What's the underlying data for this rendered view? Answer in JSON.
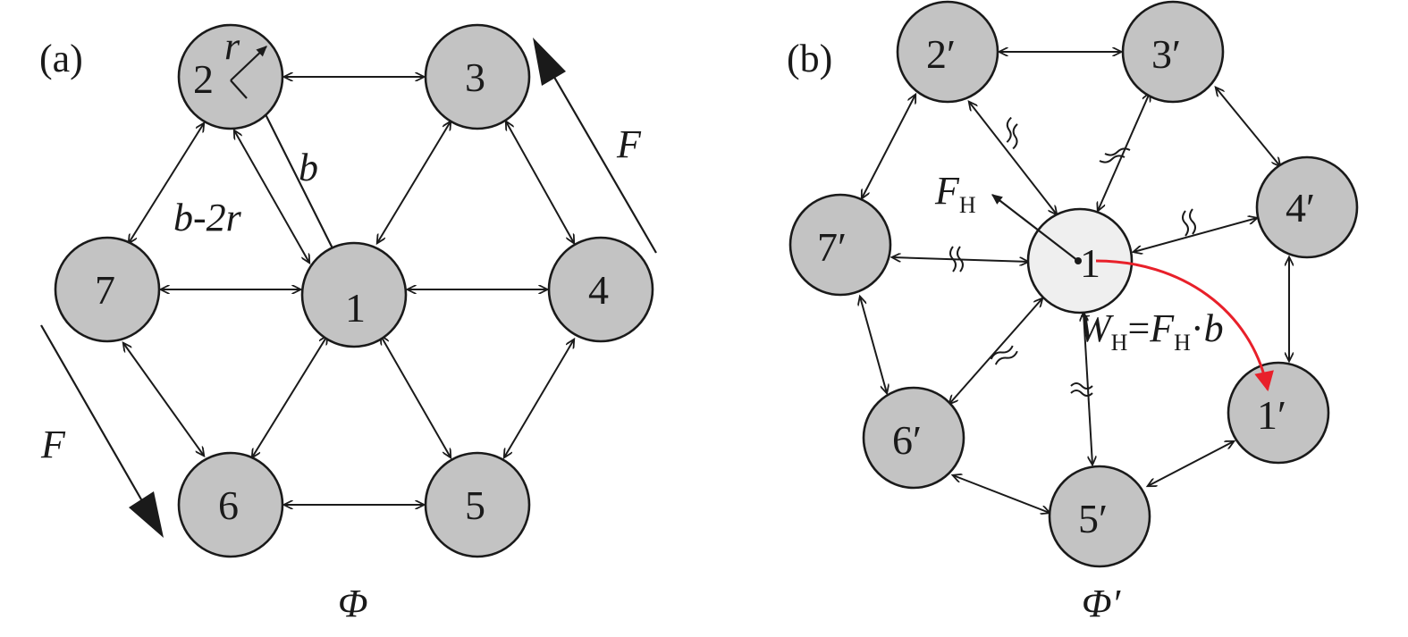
{
  "panel_a": {
    "label": "(a)",
    "caption": "Φ",
    "nodes": [
      {
        "id": "1",
        "label": "1"
      },
      {
        "id": "2",
        "label": "2"
      },
      {
        "id": "3",
        "label": "3"
      },
      {
        "id": "4",
        "label": "4"
      },
      {
        "id": "5",
        "label": "5"
      },
      {
        "id": "6",
        "label": "6"
      },
      {
        "id": "7",
        "label": "7"
      }
    ],
    "radius_label": "r",
    "distance_label": "b",
    "gap_label": "b-2r",
    "force_label": "F"
  },
  "panel_b": {
    "label": "(b)",
    "caption": "Φ′",
    "nodes": [
      {
        "id": "1",
        "label": "1"
      },
      {
        "id": "2p",
        "label": "2′"
      },
      {
        "id": "3p",
        "label": "3′"
      },
      {
        "id": "4p",
        "label": "4′"
      },
      {
        "id": "5p",
        "label": "5′"
      },
      {
        "id": "6p",
        "label": "6′"
      },
      {
        "id": "7p",
        "label": "7′"
      },
      {
        "id": "1p",
        "label": "1′"
      }
    ],
    "force_main": "F",
    "force_sub": "H",
    "work_w": "W",
    "work_w_sub": "H",
    "work_eq": "=",
    "work_f": "F",
    "work_f_sub": "H",
    "work_dot": "·",
    "work_b": "b"
  },
  "colors": {
    "node_fill": "#c3c3c3",
    "center_fill": "#efefef",
    "stroke": "#1a1a1a",
    "work_arrow": "#e8202a"
  }
}
